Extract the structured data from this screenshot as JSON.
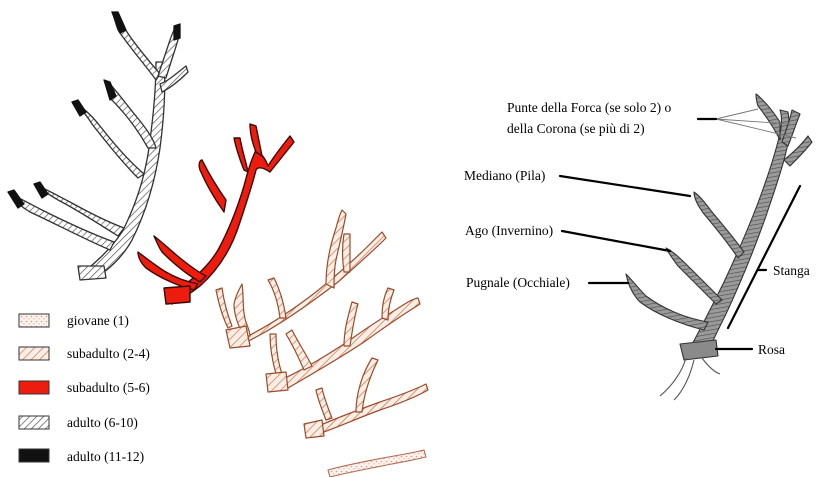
{
  "legend": {
    "items": [
      {
        "label": "giovane (1)",
        "pattern": "dots",
        "color": "#e8b9a4"
      },
      {
        "label": "subadulto (2-4)",
        "pattern": "hatch-orange",
        "color": "#d9753f"
      },
      {
        "label": "subadulto (5-6)",
        "pattern": "solid-red",
        "color": "#ee1c0e"
      },
      {
        "label": "adulto (6-10)",
        "pattern": "hatch-gray",
        "color": "#666666"
      },
      {
        "label": "adulto (11-12)",
        "pattern": "solid-black",
        "color": "#111111"
      }
    ]
  },
  "anatomy": {
    "labels": {
      "forca_line1": "Punte della Forca (se solo 2) o",
      "forca_line2": "della Corona (se più di 2)",
      "mediano": "Mediano (Pila)",
      "ago": "Ago (Invernino)",
      "pugnale": "Pugnale (Occhiale)",
      "stanga": "Stanga",
      "rosa": "Rosa"
    }
  },
  "colors": {
    "red_antler": "#ee1c0e",
    "hatch_orange": "#c9683a",
    "hatch_gray": "#555555",
    "antler_shade": "#6a6a6a"
  }
}
